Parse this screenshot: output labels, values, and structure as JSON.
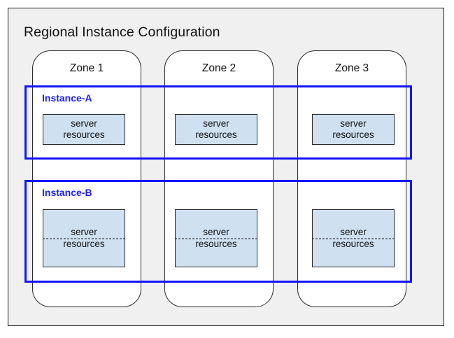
{
  "diagram": {
    "title": "Regional Instance Configuration",
    "type": "architecture-diagram",
    "colors": {
      "region_background": "#f0f0f0",
      "region_border": "#1a1a1a",
      "zone_background": "#ffffff",
      "zone_border": "#2a2a2a",
      "instance_border": "#1414ff",
      "instance_label": "#2020ee",
      "resource_fill": "#cfe0f1",
      "resource_border": "#2a2a2a"
    },
    "zones": [
      {
        "id": "zone-1",
        "label": "Zone 1"
      },
      {
        "id": "zone-2",
        "label": "Zone 2"
      },
      {
        "id": "zone-3",
        "label": "Zone 3"
      }
    ],
    "instances": [
      {
        "id": "instance-a",
        "label": "Instance-A",
        "replicated": false,
        "resources": [
          {
            "line1": "server",
            "line2": "resources"
          },
          {
            "line1": "server",
            "line2": "resources"
          },
          {
            "line1": "server",
            "line2": "resources"
          }
        ]
      },
      {
        "id": "instance-b",
        "label": "Instance-B",
        "replicated": true,
        "resources": [
          {
            "line1": "server",
            "line2": "resources"
          },
          {
            "line1": "server",
            "line2": "resources"
          },
          {
            "line1": "server",
            "line2": "resources"
          }
        ]
      }
    ]
  }
}
